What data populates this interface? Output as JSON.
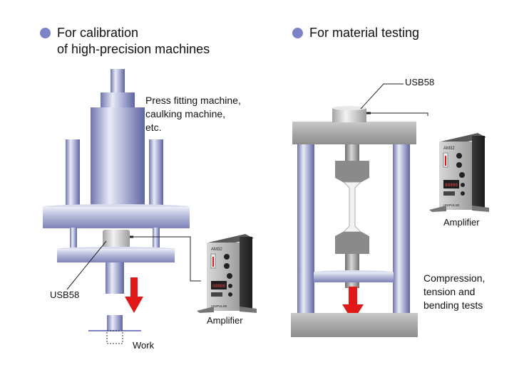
{
  "colors": {
    "bullet": "#7d82c6",
    "arrow": "#e01818",
    "steel_light": "#e6e8f4",
    "steel_dark": "#7a80b6"
  },
  "left_panel": {
    "heading_line1": "For calibration",
    "heading_line2": "of high-precision machines",
    "machine_label_line1": "Press fitting machine,",
    "machine_label_line2": "caulking machine,",
    "machine_label_line3": "etc.",
    "sensor_label": "USB58",
    "amplifier_label": "Amplifier",
    "work_label": "Work"
  },
  "right_panel": {
    "heading": "For material testing",
    "sensor_label": "USB58",
    "amplifier_label": "Amplifier",
    "test_label_line1": "Compression,",
    "test_label_line2": "tension and",
    "test_label_line3": "bending tests"
  },
  "amplifier": {
    "model_text": "AM32",
    "display_text": "88888",
    "brand_text": "UNIPULSE"
  },
  "icons": [
    "bullet-dot",
    "down-arrow",
    "load-cell",
    "amplifier-unit"
  ]
}
